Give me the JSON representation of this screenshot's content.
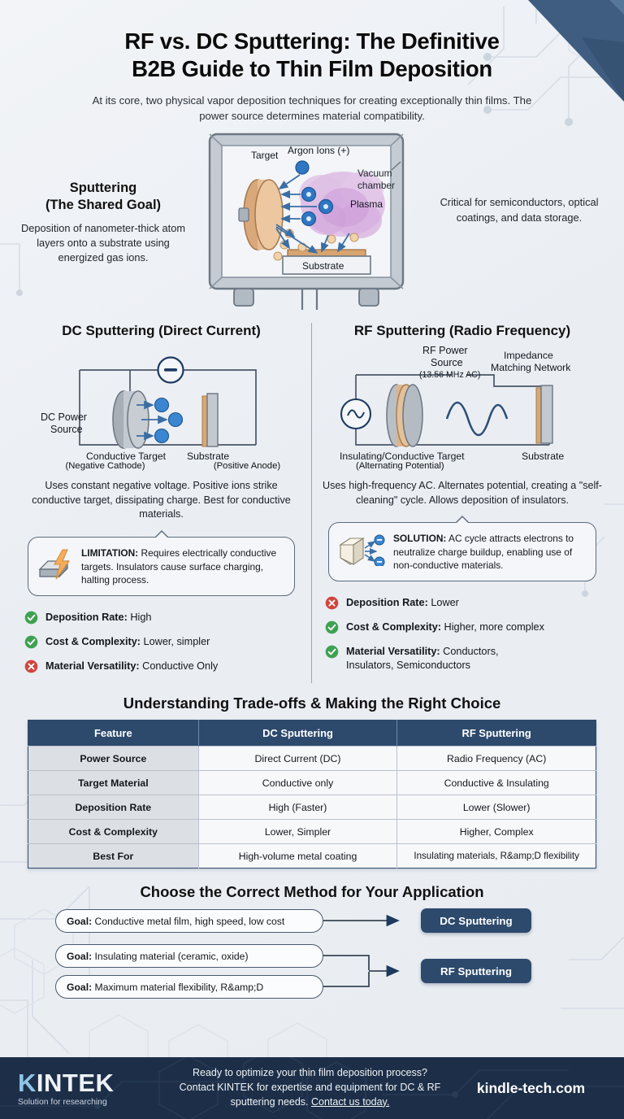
{
  "header": {
    "title_line1": "RF vs. DC Sputtering: The Definitive",
    "title_line2": "B2B Guide to Thin Film Deposition",
    "subtitle": "At its core, two physical vapor deposition techniques for creating exceptionally thin films. The power source determines material compatibility."
  },
  "shared_goal": {
    "heading_line1": "Sputtering",
    "heading_line2": "(The Shared Goal)",
    "description": "Deposition of nanometer-thick atom layers onto a substrate using energized gas ions.",
    "right_note": "Critical for semiconductors, optical coatings, and data storage.",
    "diagram_labels": {
      "target": "Target",
      "argon_ions": "Argon Ions (+)",
      "vacuum_chamber_line1": "Vacuum",
      "vacuum_chamber_line2": "chamber",
      "plasma": "Plasma",
      "substrate": "Substrate"
    }
  },
  "dc": {
    "heading": "DC Sputtering (Direct Current)",
    "diagram_labels": {
      "power_source_line1": "DC Power",
      "power_source_line2": "Source",
      "target_line1": "Conductive Target",
      "target_line2": "(Negative Cathode)",
      "substrate_line1": "Substrate",
      "substrate_line2": "(Positive Anode)",
      "polarity_symbol": "−"
    },
    "description": "Uses constant negative voltage. Positive ions strike conductive target, dissipating charge. Best for conductive materials.",
    "callout": {
      "label": "LIMITATION:",
      "text": " Requires electrically conductive targets. Insulators cause surface charging, halting process.",
      "icon": "metal-ingot-lightning-icon"
    },
    "bullets": [
      {
        "status": "check",
        "label": "Deposition Rate:",
        "value": " High"
      },
      {
        "status": "check",
        "label": "Cost & Complexity:",
        "value": " Lower, simpler"
      },
      {
        "status": "cross",
        "label": "Material Versatility:",
        "value": " Conductive Only"
      }
    ]
  },
  "rf": {
    "heading": "RF Sputtering (Radio Frequency)",
    "diagram_labels": {
      "power_source_line1": "RF Power",
      "power_source_line2": "Source",
      "power_source_line3": "(13.56 MHz AC)",
      "impedance_line1": "Impedance",
      "impedance_line2": "Matching Network",
      "target_line1": "Insulating/Conductive Target",
      "target_line2": "(Alternating Potential)",
      "substrate": "Substrate"
    },
    "description": "Uses high-frequency AC. Alternates potential, creating a \"self-cleaning\" cycle. Allows deposition of insulators.",
    "callout": {
      "label": "SOLUTION:",
      "text": " AC cycle attracts electrons to neutralize charge buildup, enabling use of non-conductive materials.",
      "icon": "insulator-cube-electrons-icon"
    },
    "bullets": [
      {
        "status": "cross",
        "label": "Deposition Rate:",
        "value": " Lower"
      },
      {
        "status": "check",
        "label": "Cost & Complexity:",
        "value": " Higher, more complex"
      },
      {
        "status": "check",
        "label": "Material Versatility:",
        "value": " Conductors, Insulators, Semiconductors"
      }
    ]
  },
  "table_section": {
    "title": "Understanding Trade-offs & Making the Right Choice",
    "columns": [
      "Feature",
      "DC Sputtering",
      "RF Sputtering"
    ],
    "rows": [
      [
        "Power Source",
        "Direct Current (DC)",
        "Radio Frequency (AC)"
      ],
      [
        "Target Material",
        "Conductive only",
        "Conductive & Insulating"
      ],
      [
        "Deposition Rate",
        "High (Faster)",
        "Lower (Slower)"
      ],
      [
        "Cost & Complexity",
        "Lower, Simpler",
        "Higher, Complex"
      ],
      [
        "Best For",
        "High-volume metal coating",
        "Insulating materials, R&amp;D flexibility"
      ]
    ]
  },
  "decision": {
    "title": "Choose the Correct Method for Your Application",
    "goals": [
      {
        "label": "Goal:",
        "text": " Conductive metal film, high speed, low cost"
      },
      {
        "label": "Goal:",
        "text": " Insulating material (ceramic, oxide)"
      },
      {
        "label": "Goal:",
        "text": " Maximum material flexibility, R&amp;D"
      }
    ],
    "results": [
      {
        "label": "DC Sputtering"
      },
      {
        "label": "RF Sputtering"
      }
    ]
  },
  "footer": {
    "logo_word_first": "K",
    "logo_word_rest": "INTEK",
    "logo_tagline": "Solution for researching",
    "cta_line1": "Ready to optimize your thin film deposition process?",
    "cta_line2": "Contact KINTEK for expertise and equipment for DC & RF",
    "cta_line3_pre": "sputtering needs. ",
    "cta_link": "Contact us today.",
    "site": "kindle-tech.com"
  },
  "colors": {
    "accent_navy": "#2d4a6d",
    "footer_bg": "#1d2f48",
    "ok_green": "#3fa152",
    "bad_red": "#d0453e",
    "page_bg": "#eef1f5",
    "logo_accent": "#8fc4e8"
  }
}
